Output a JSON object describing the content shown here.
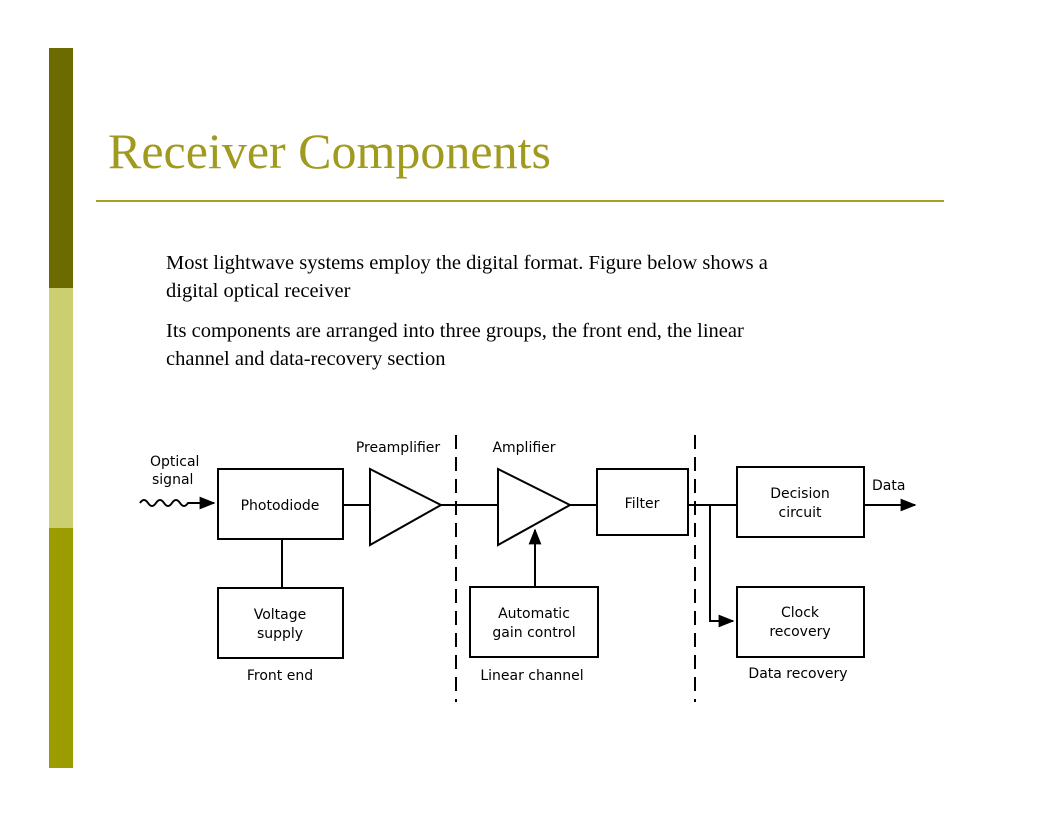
{
  "slide": {
    "title": "Receiver Components",
    "paragraphs": [
      "Most lightwave systems employ the digital format. Figure below shows a digital optical receiver",
      "Its components are arranged into three groups, the front end, the linear channel and data-recovery section"
    ]
  },
  "theme": {
    "title_color": "#a09a1f",
    "sidebar_colors": [
      "#6b6b00",
      "#cccf70",
      "#9a9c00"
    ]
  },
  "diagram": {
    "input_label_line1": "Optical",
    "input_label_line2": "signal",
    "output_label": "Data",
    "blocks": {
      "photodiode": "Photodiode",
      "voltage_supply_line1": "Voltage",
      "voltage_supply_line2": "supply",
      "filter": "Filter",
      "agc_line1": "Automatic",
      "agc_line2": "gain control",
      "decision_line1": "Decision",
      "decision_line2": "circuit",
      "clock_line1": "Clock",
      "clock_line2": "recovery"
    },
    "amplifiers": {
      "preamplifier": "Preamplifier",
      "amplifier": "Amplifier"
    },
    "sections": {
      "front_end": "Front end",
      "linear_channel": "Linear channel",
      "data_recovery": "Data recovery"
    }
  }
}
